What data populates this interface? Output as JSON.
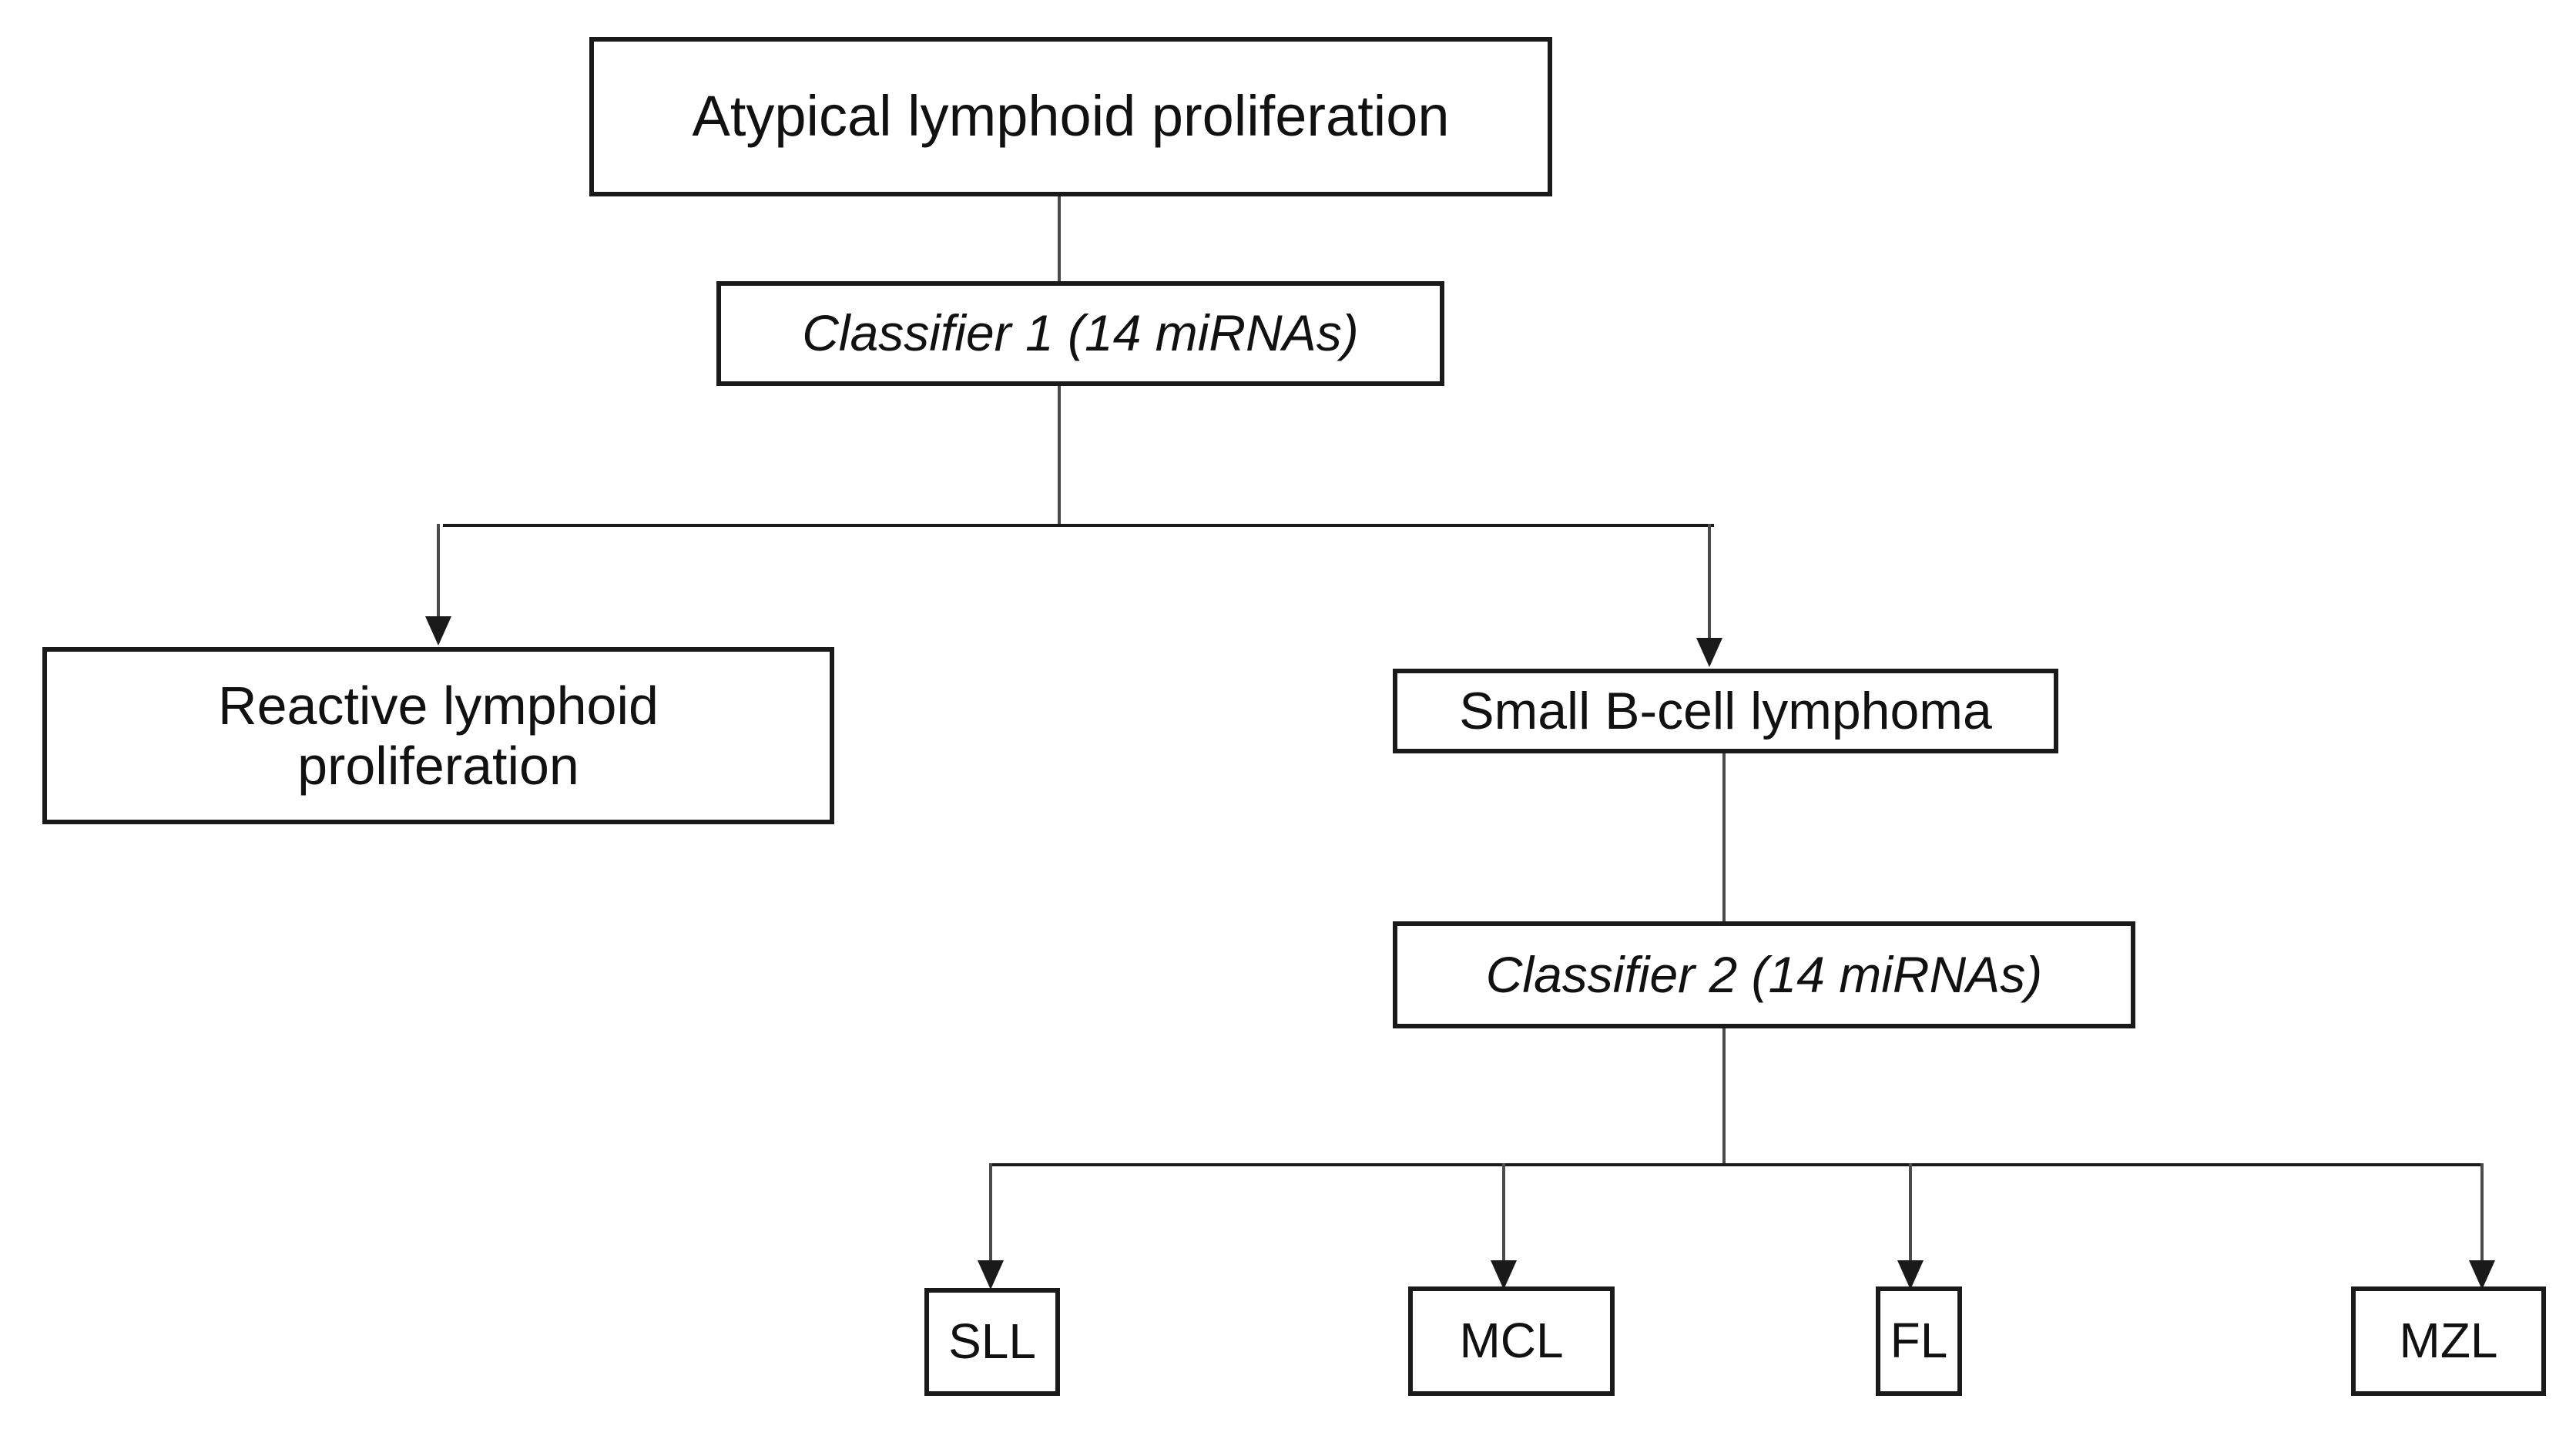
{
  "diagram": {
    "title": "miRNA classifier decision tree for atypical lymphoid proliferation",
    "colors": {
      "box_border": "#1a1a1a",
      "box_fill": "#ffffff",
      "connector": "#1a1a1a",
      "text": "#111111"
    },
    "nodes": {
      "root": {
        "label": "Atypical lymphoid proliferation",
        "style": "normal"
      },
      "classifier1": {
        "label": "Classifier 1 (14 miRNAs)",
        "style": "italic"
      },
      "reactive": {
        "label": "Reactive lymphoid\nproliferation",
        "style": "normal"
      },
      "small_b_cell_lymphoma": {
        "label": "Small B-cell lymphoma",
        "style": "normal"
      },
      "classifier2": {
        "label": "Classifier 2 (14 miRNAs)",
        "style": "italic"
      },
      "sll": {
        "label": "SLL",
        "style": "normal"
      },
      "mcl": {
        "label": "MCL",
        "style": "normal"
      },
      "fl": {
        "label": "FL",
        "style": "normal"
      },
      "mzl": {
        "label": "MZL",
        "style": "normal"
      }
    }
  }
}
